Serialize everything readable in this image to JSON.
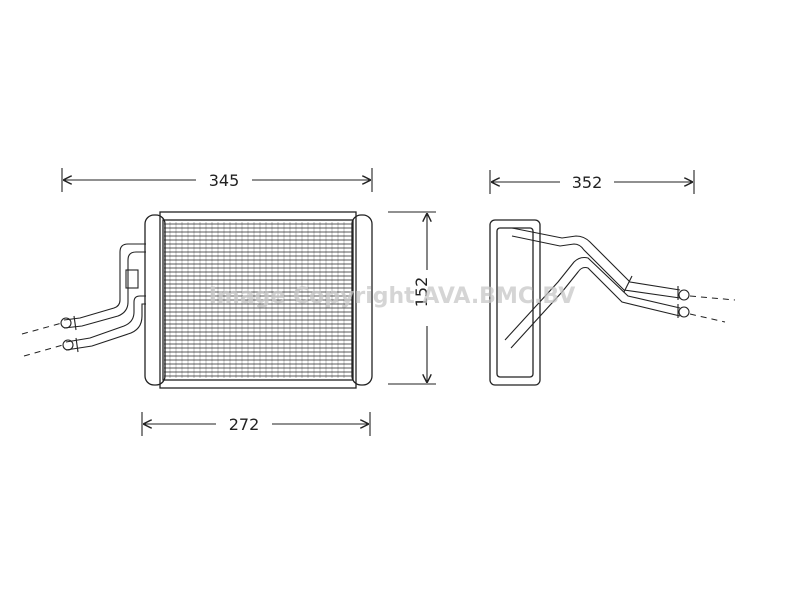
{
  "dimensions": {
    "overall_width": "345",
    "core_width": "272",
    "core_height": "152",
    "depth": "352"
  },
  "watermark": {
    "text": "Image Copyright AVA.BMC.BV"
  },
  "colors": {
    "line": "#222222",
    "background": "#ffffff",
    "watermark": "#c8c8c8"
  }
}
